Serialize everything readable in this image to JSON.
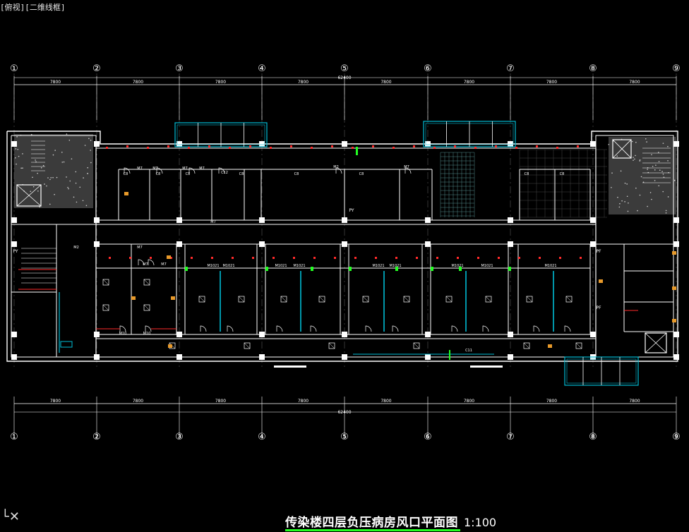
{
  "viewport": {
    "label": "[俯视][二维线框]"
  },
  "drawing": {
    "title": "传染楼四层负压病房风口平面图",
    "scale": "1:100",
    "total_dimension": "62400",
    "bay_dimension": "7800",
    "axes": [
      "1",
      "2",
      "3",
      "4",
      "5",
      "6",
      "7",
      "8",
      "9"
    ],
    "axis_glyphs": [
      "①",
      "②",
      "③",
      "④",
      "⑤",
      "⑥",
      "⑦",
      "⑧",
      "⑨"
    ],
    "door_labels": [
      "M7",
      "M7",
      "M7",
      "M7",
      "C12",
      "M7",
      "M2",
      "M7",
      "M2",
      "M7",
      "M7",
      "M7",
      "M10",
      "M10",
      "M1021",
      "M1021",
      "M1021",
      "M1021",
      "M1021",
      "M1021",
      "M1021",
      "M1021",
      "M1021"
    ],
    "window_labels": [
      "C8",
      "C8",
      "C8",
      "C8",
      "C8",
      "C8",
      "C11",
      "C8",
      "C8"
    ],
    "room_marks": [
      "PY",
      "PF",
      "PY",
      "PF"
    ]
  },
  "colors": {
    "background": "#000000",
    "wall": "#ffffff",
    "glazing": "#00bcd4",
    "accent": "#ff2a2a",
    "highlight": "#22ff22"
  }
}
